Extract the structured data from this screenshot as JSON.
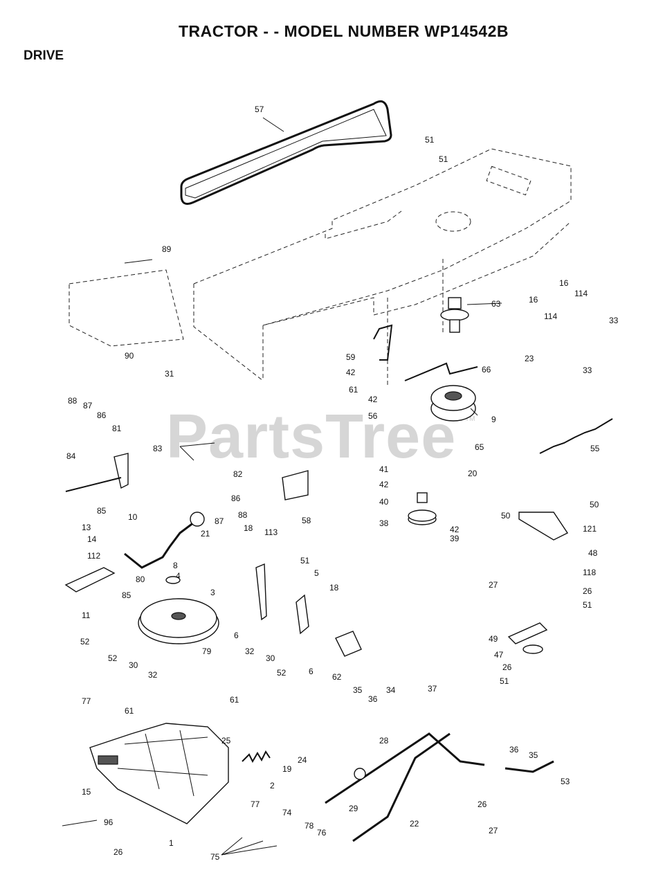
{
  "header": {
    "title": "TRACTOR - - MODEL NUMBER WP14542B",
    "section": "DRIVE"
  },
  "watermark": {
    "text": "PartsTree",
    "tm": "TM"
  },
  "callouts": [
    {
      "id": "57",
      "text": "57"
    },
    {
      "id": "51a",
      "text": "51"
    },
    {
      "id": "51b",
      "text": "51"
    },
    {
      "id": "89",
      "text": "89"
    },
    {
      "id": "16a",
      "text": "16"
    },
    {
      "id": "114a",
      "text": "114"
    },
    {
      "id": "16b",
      "text": "16"
    },
    {
      "id": "114b",
      "text": "114"
    },
    {
      "id": "33a",
      "text": "33"
    },
    {
      "id": "63",
      "text": "63"
    },
    {
      "id": "23",
      "text": "23"
    },
    {
      "id": "33b",
      "text": "33"
    },
    {
      "id": "90",
      "text": "90"
    },
    {
      "id": "59",
      "text": "59"
    },
    {
      "id": "66",
      "text": "66"
    },
    {
      "id": "42a",
      "text": "42"
    },
    {
      "id": "31",
      "text": "31"
    },
    {
      "id": "61a",
      "text": "61"
    },
    {
      "id": "42b",
      "text": "42"
    },
    {
      "id": "56",
      "text": "56"
    },
    {
      "id": "9",
      "text": "9"
    },
    {
      "id": "88a",
      "text": "88"
    },
    {
      "id": "87a",
      "text": "87"
    },
    {
      "id": "86a",
      "text": "86"
    },
    {
      "id": "81",
      "text": "81"
    },
    {
      "id": "65",
      "text": "65"
    },
    {
      "id": "55",
      "text": "55"
    },
    {
      "id": "83",
      "text": "83"
    },
    {
      "id": "84",
      "text": "84"
    },
    {
      "id": "82",
      "text": "82"
    },
    {
      "id": "41",
      "text": "41"
    },
    {
      "id": "20",
      "text": "20"
    },
    {
      "id": "42c",
      "text": "42"
    },
    {
      "id": "58",
      "text": "58"
    },
    {
      "id": "86b",
      "text": "86"
    },
    {
      "id": "85a",
      "text": "85"
    },
    {
      "id": "40",
      "text": "40"
    },
    {
      "id": "50a",
      "text": "50"
    },
    {
      "id": "50b",
      "text": "50"
    },
    {
      "id": "10",
      "text": "10"
    },
    {
      "id": "88b",
      "text": "88"
    },
    {
      "id": "87b",
      "text": "87"
    },
    {
      "id": "21",
      "text": "21"
    },
    {
      "id": "38",
      "text": "38"
    },
    {
      "id": "42d",
      "text": "42"
    },
    {
      "id": "121",
      "text": "121"
    },
    {
      "id": "13",
      "text": "13"
    },
    {
      "id": "18a",
      "text": "18"
    },
    {
      "id": "113",
      "text": "113"
    },
    {
      "id": "14",
      "text": "14"
    },
    {
      "id": "39",
      "text": "39"
    },
    {
      "id": "48",
      "text": "48"
    },
    {
      "id": "112",
      "text": "112"
    },
    {
      "id": "8",
      "text": "8"
    },
    {
      "id": "51c",
      "text": "51"
    },
    {
      "id": "80",
      "text": "80"
    },
    {
      "id": "4",
      "text": "4"
    },
    {
      "id": "5",
      "text": "5"
    },
    {
      "id": "118",
      "text": "118"
    },
    {
      "id": "27a",
      "text": "27"
    },
    {
      "id": "85b",
      "text": "85"
    },
    {
      "id": "3",
      "text": "3"
    },
    {
      "id": "18b",
      "text": "18"
    },
    {
      "id": "26a",
      "text": "26"
    },
    {
      "id": "11",
      "text": "11"
    },
    {
      "id": "51d",
      "text": "51"
    },
    {
      "id": "6a",
      "text": "6"
    },
    {
      "id": "49",
      "text": "49"
    },
    {
      "id": "52a",
      "text": "52"
    },
    {
      "id": "79",
      "text": "79"
    },
    {
      "id": "6b",
      "text": "6"
    },
    {
      "id": "47",
      "text": "47"
    },
    {
      "id": "32a",
      "text": "32"
    },
    {
      "id": "30a",
      "text": "30"
    },
    {
      "id": "62",
      "text": "62"
    },
    {
      "id": "52b",
      "text": "52"
    },
    {
      "id": "30b",
      "text": "30"
    },
    {
      "id": "26b",
      "text": "26"
    },
    {
      "id": "52c",
      "text": "52"
    },
    {
      "id": "32b",
      "text": "32"
    },
    {
      "id": "51e",
      "text": "51"
    },
    {
      "id": "35a",
      "text": "35"
    },
    {
      "id": "36a",
      "text": "36"
    },
    {
      "id": "34",
      "text": "34"
    },
    {
      "id": "37",
      "text": "37"
    },
    {
      "id": "77a",
      "text": "77"
    },
    {
      "id": "61b",
      "text": "61"
    },
    {
      "id": "61c",
      "text": "61"
    },
    {
      "id": "28",
      "text": "28"
    },
    {
      "id": "36b",
      "text": "36"
    },
    {
      "id": "35b",
      "text": "35"
    },
    {
      "id": "25",
      "text": "25"
    },
    {
      "id": "19",
      "text": "19"
    },
    {
      "id": "24",
      "text": "24"
    },
    {
      "id": "53",
      "text": "53"
    },
    {
      "id": "15",
      "text": "15"
    },
    {
      "id": "2",
      "text": "2"
    },
    {
      "id": "29",
      "text": "29"
    },
    {
      "id": "26c",
      "text": "26"
    },
    {
      "id": "77b",
      "text": "77"
    },
    {
      "id": "22",
      "text": "22"
    },
    {
      "id": "96",
      "text": "96"
    },
    {
      "id": "74",
      "text": "74"
    },
    {
      "id": "78",
      "text": "78"
    },
    {
      "id": "76",
      "text": "76"
    },
    {
      "id": "27b",
      "text": "27"
    },
    {
      "id": "1",
      "text": "1"
    },
    {
      "id": "26d",
      "text": "26"
    },
    {
      "id": "75",
      "text": "75"
    }
  ]
}
